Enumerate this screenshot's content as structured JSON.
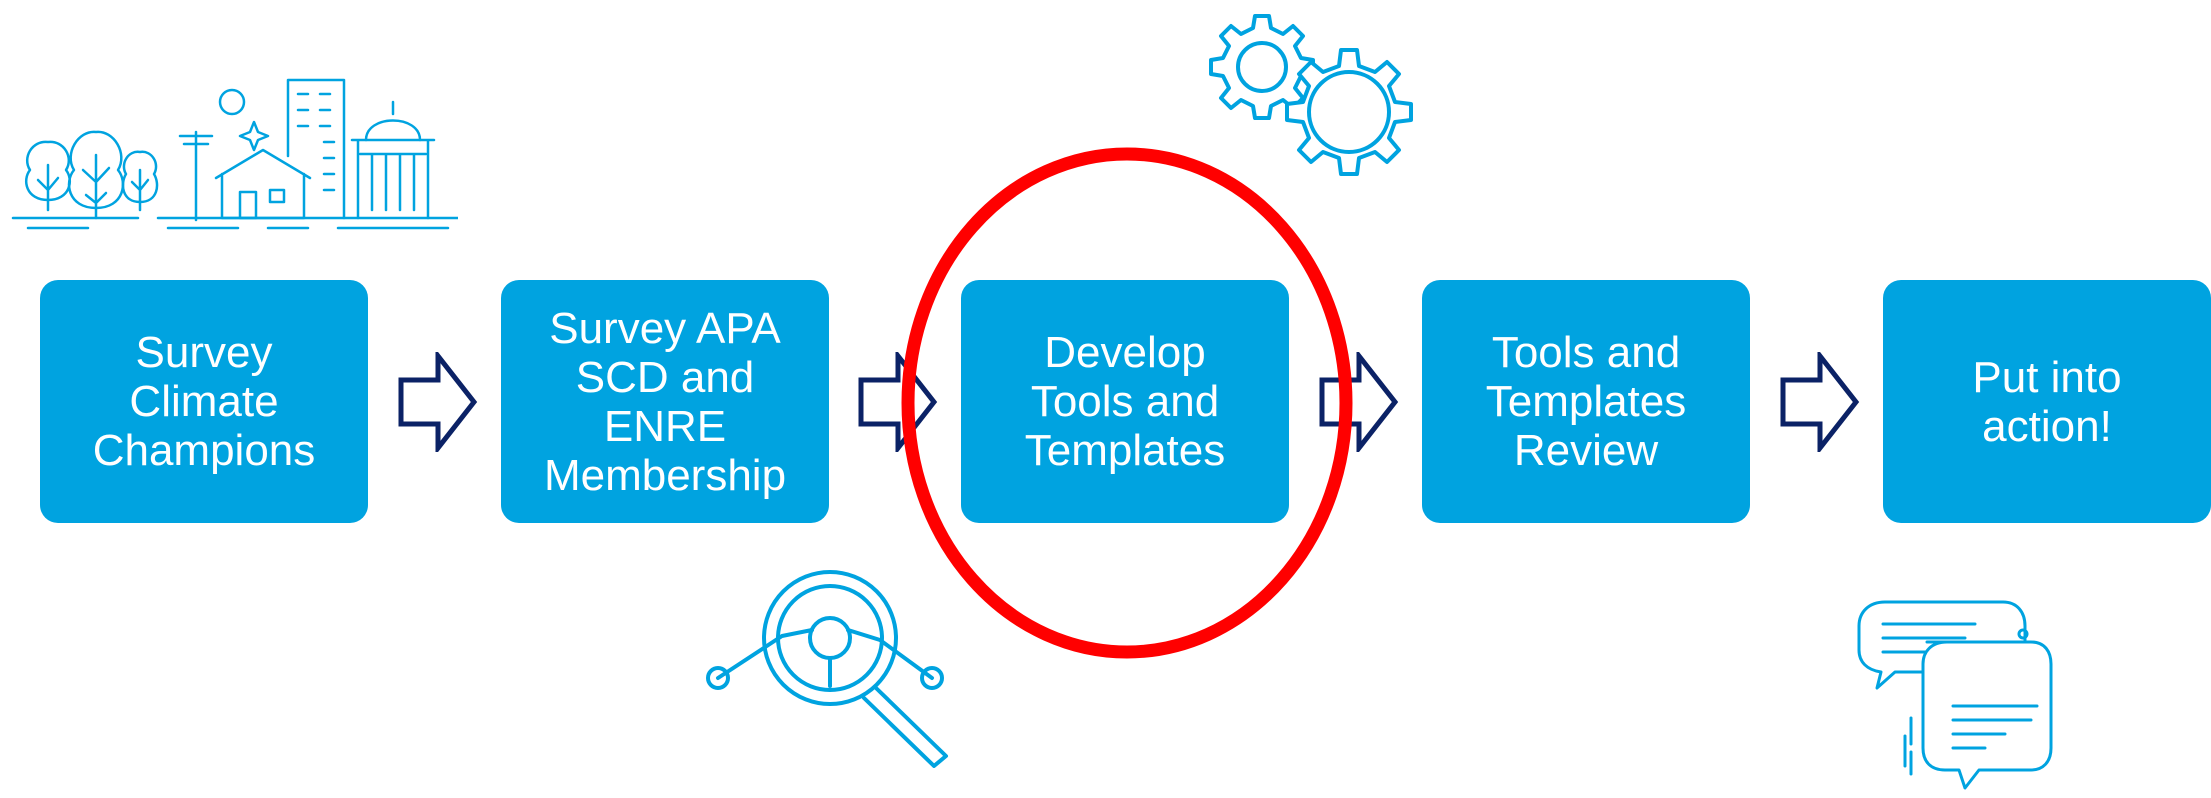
{
  "diagram": {
    "steps": [
      {
        "label": "Survey\nClimate\nChampions"
      },
      {
        "label": "Survey APA\nSCD and\nENRE\nMembership"
      },
      {
        "label": "Develop\nTools and\nTemplates"
      },
      {
        "label": "Tools and\nTemplates\nReview"
      },
      {
        "label": "Put into\naction!"
      }
    ],
    "highlighted_step": 2,
    "icons": [
      "city-skyline-icon",
      "gears-icon",
      "magnifier-network-icon",
      "chat-bubbles-icon"
    ]
  },
  "colors": {
    "box_fill": "#00a3e0",
    "box_text": "#ffffff",
    "arrow_stroke": "#0b2266",
    "icon_stroke": "#00a3e0",
    "highlight": "#ff0000"
  }
}
